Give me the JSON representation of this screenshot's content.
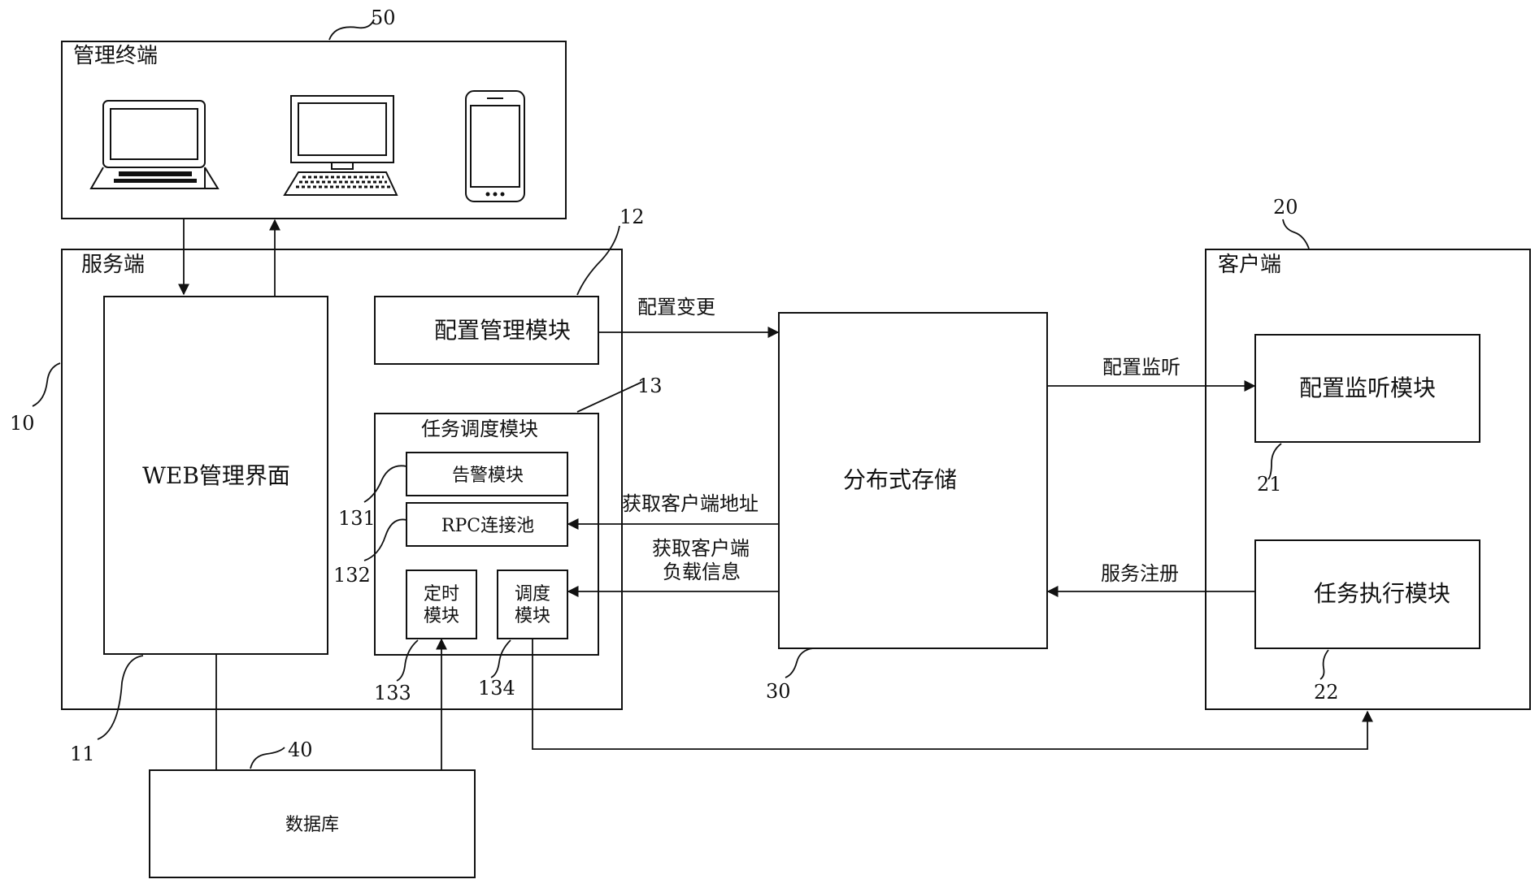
{
  "terminal": {
    "title": "管理终端",
    "ref": "50",
    "devices": [
      "laptop-icon",
      "desktop-computer-icon",
      "smartphone-icon"
    ]
  },
  "server": {
    "title": "服务端",
    "ref": "10",
    "web_ui": {
      "label": "WEB管理界面",
      "ref": "11"
    },
    "config_mgmt": {
      "label": "配置管理模块",
      "ref": "12"
    },
    "scheduler": {
      "label": "任务调度模块",
      "ref": "13",
      "alarm": {
        "label": "告警模块",
        "ref": "131"
      },
      "rpc_pool": {
        "label": "RPC连接池",
        "ref": "132"
      },
      "timer": {
        "line1": "定时",
        "line2": "模块",
        "ref": "133"
      },
      "dispatch": {
        "line1": "调度",
        "line2": "模块",
        "ref": "134"
      }
    }
  },
  "storage": {
    "label": "分布式存储",
    "ref": "30"
  },
  "client": {
    "title": "客户端",
    "ref": "20",
    "config_listen": {
      "label": "配置监听模块",
      "ref": "21"
    },
    "task_exec": {
      "label": "任务执行模块",
      "ref": "22"
    }
  },
  "database": {
    "label": "数据库",
    "ref": "40"
  },
  "edges": {
    "config_change": "配置变更",
    "config_listen": "配置监听",
    "get_client_addr": "获取客户端地址",
    "get_load_line1": "获取客户端",
    "get_load_line2": "负载信息",
    "service_register": "服务注册"
  }
}
